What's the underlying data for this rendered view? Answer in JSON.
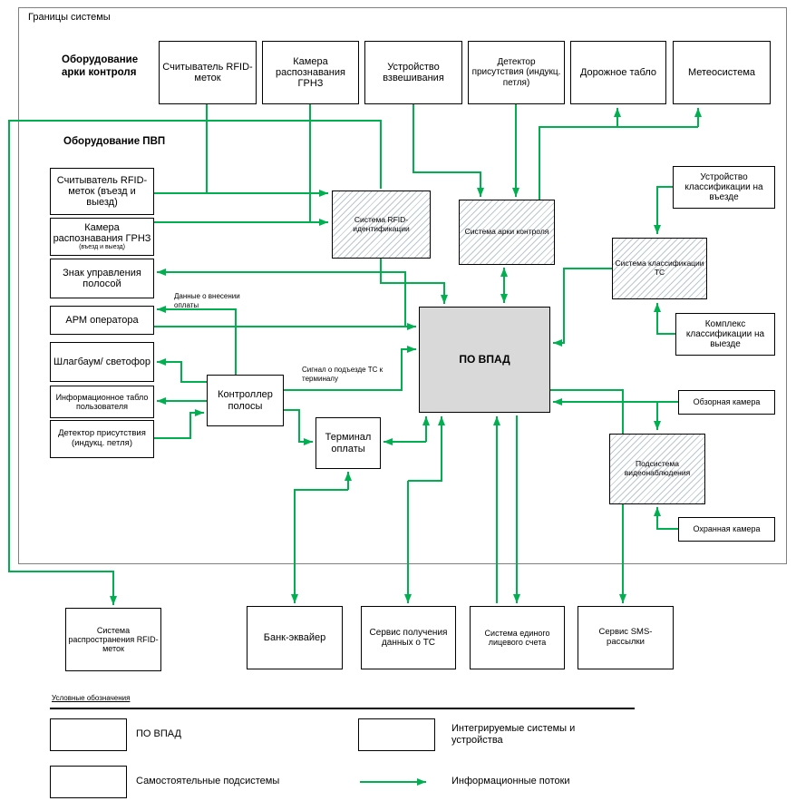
{
  "boundary": {
    "label": "Границы системы"
  },
  "groups": {
    "arch_title": "Оборудование арки контроля",
    "pvp_title": "Оборудование ПВП"
  },
  "nodes": {
    "arch_rfid": {
      "label": "Считыватель RFID-меток"
    },
    "arch_camera": {
      "label": "Камера распознавания ГРНЗ"
    },
    "arch_weigh": {
      "label": "Устройство взвешивания"
    },
    "arch_detector": {
      "label": "Детектор присутствия (индукц. петля)"
    },
    "road_display": {
      "label": "Дорожное табло"
    },
    "weather": {
      "label": "Метеосистема"
    },
    "pvp_rfid": {
      "label": "Считыватель RFID-меток (въезд и выезд)"
    },
    "pvp_camera": {
      "label": "Камера распознавания ГРНЗ",
      "sublabel": "(въезд и выезд)"
    },
    "lane_sign": {
      "label": "Знак управления полосой"
    },
    "arm_operator": {
      "label": "АРМ оператора"
    },
    "barrier": {
      "label": "Шлагбаум/ светофор"
    },
    "info_board": {
      "label": "Информационное табло пользователя"
    },
    "pvp_detector": {
      "label": "Детектор присутствия (индукц. петля)"
    },
    "rfid_system": {
      "label": "Система RFID-идентификации"
    },
    "arch_system": {
      "label": "Система арки контроля"
    },
    "po_vpad": {
      "label": "ПО ВПАД"
    },
    "lane_controller": {
      "label": "Контроллер полосы"
    },
    "pay_terminal": {
      "label": "Терминал оплаты"
    },
    "class_entry": {
      "label": "Устройство классификации на въезде"
    },
    "class_system": {
      "label": "Система классификации ТС"
    },
    "class_exit": {
      "label": "Комплекс классификации на выезде"
    },
    "overview_camera": {
      "label": "Обзорная камера"
    },
    "video_system": {
      "label": "Подсистема видеонаблюдения"
    },
    "security_camera": {
      "label": "Охранная камера"
    },
    "rfid_distribution": {
      "label": "Система распространения RFID-меток"
    },
    "bank": {
      "label": "Банк-эквайер"
    },
    "vehicle_data_service": {
      "label": "Сервис получения данных о ТС"
    },
    "account_system": {
      "label": "Система единого лицевого счета"
    },
    "sms_service": {
      "label": "Сервис SMS-рассылки"
    }
  },
  "edge_labels": {
    "payment_info": "Данные о внесении оплаты",
    "approach_signal": "Сигнал о подъезде ТС к терминалу"
  },
  "legend": {
    "title": "Условные обозначения",
    "po_vpad": "ПО ВПАД",
    "integrated": "Интегрируемые системы и устройства",
    "subsystems": "Самостоятельные подсистемы",
    "flows": "Информационные потоки"
  },
  "colors": {
    "arrow": "#00B050",
    "po_fill": "#d9d9d9",
    "hatch": "#b9c7d1"
  }
}
